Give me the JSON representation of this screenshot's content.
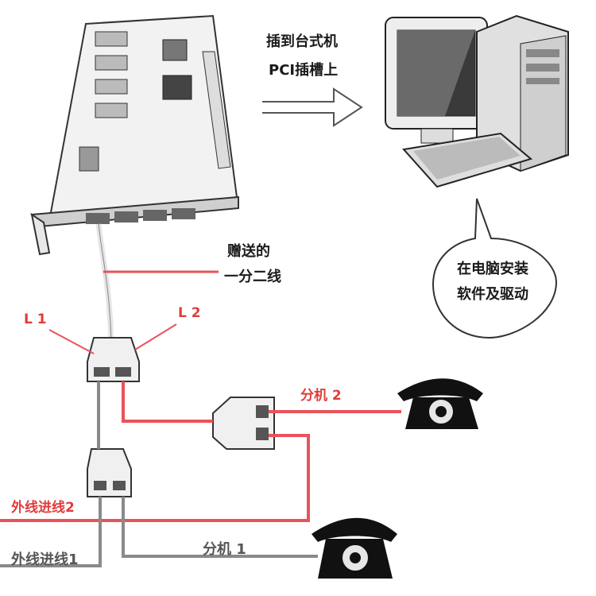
{
  "instruction": {
    "line1": "插到台式机",
    "line2": "PCI插槽上"
  },
  "gift_cable": {
    "line1": "赠送的",
    "line2": "一分二线"
  },
  "bubble": {
    "line1": "在电脑安装",
    "line2": "软件及驱动"
  },
  "ports": {
    "l1": "L 1",
    "l2": "L 2"
  },
  "extensions": {
    "ext2": "分机 2",
    "ext1": "分机 1"
  },
  "outside_lines": {
    "line2": "外线进线2",
    "line1": "外线进线1"
  },
  "colors": {
    "red_line": "#e8535a",
    "gray_line": "#8a8a8a",
    "red_text": "#e03c3c"
  }
}
